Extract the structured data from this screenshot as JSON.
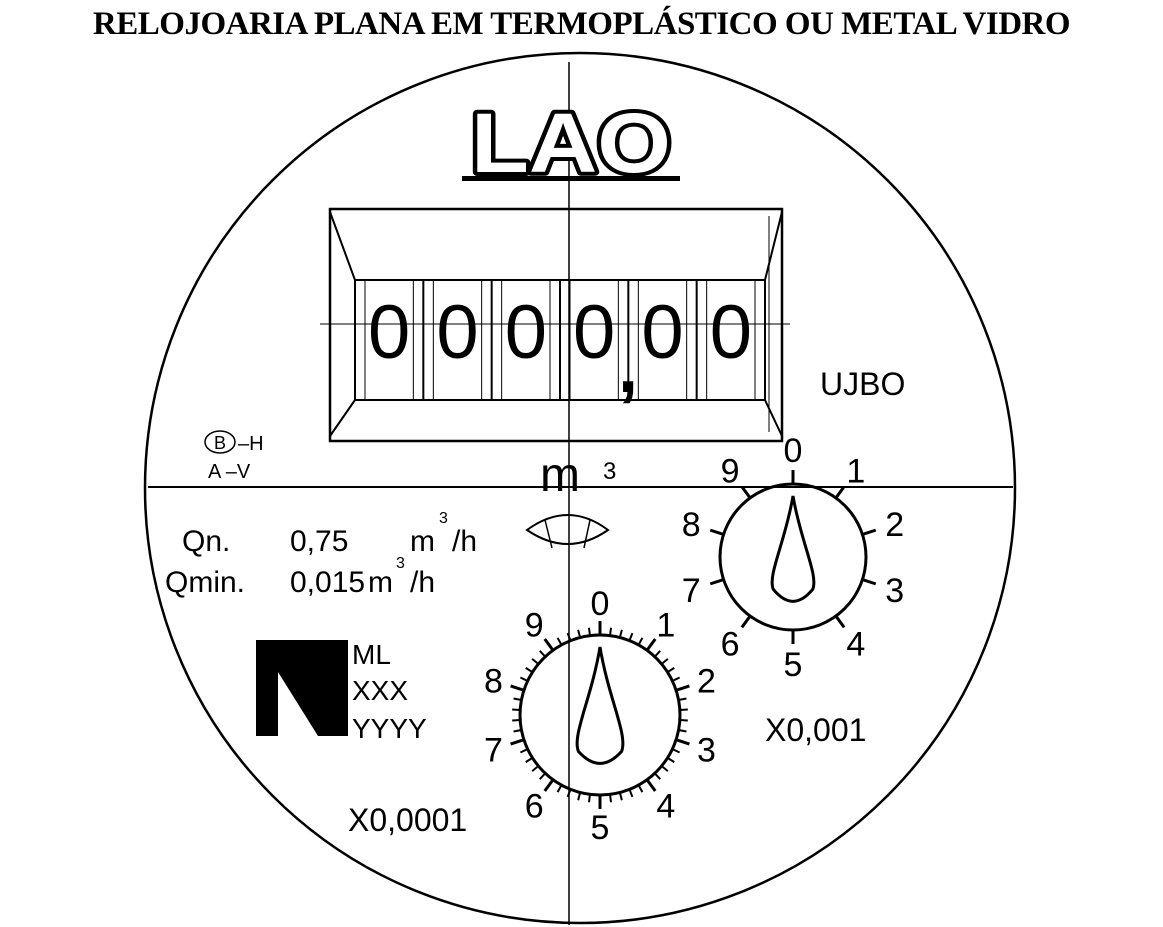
{
  "title": "RELOJOARIA PLANA EM TERMOPLÁSTICO OU METAL VIDRO",
  "brand": "LAO",
  "counter": {
    "digits": [
      "0",
      "0",
      "0",
      "0",
      "0",
      "0"
    ],
    "comma": ",",
    "code": "UJBO",
    "unit": "m",
    "unit_exp": "3"
  },
  "install": {
    "line1_letter": "B",
    "line1_suffix": "–H",
    "line2": "A –V"
  },
  "specs": {
    "qn_label": "Qn.",
    "qn_value": "0,75",
    "qmin_label": "Qmin.",
    "qmin_value": "0,015",
    "unit_m": "m",
    "unit_exp": "3",
    "unit_h": "/h"
  },
  "certification": {
    "lines": [
      "ML",
      "XXX",
      "YYYY"
    ]
  },
  "dials": [
    {
      "multiplier": "X0,001",
      "numbers": [
        "0",
        "1",
        "2",
        "3",
        "4",
        "5",
        "6",
        "7",
        "8",
        "9"
      ]
    },
    {
      "multiplier": "X0,0001",
      "numbers": [
        "0",
        "1",
        "2",
        "3",
        "4",
        "5",
        "6",
        "7",
        "8",
        "9"
      ]
    }
  ],
  "colors": {
    "ink": "#000000",
    "background": "#ffffff"
  }
}
